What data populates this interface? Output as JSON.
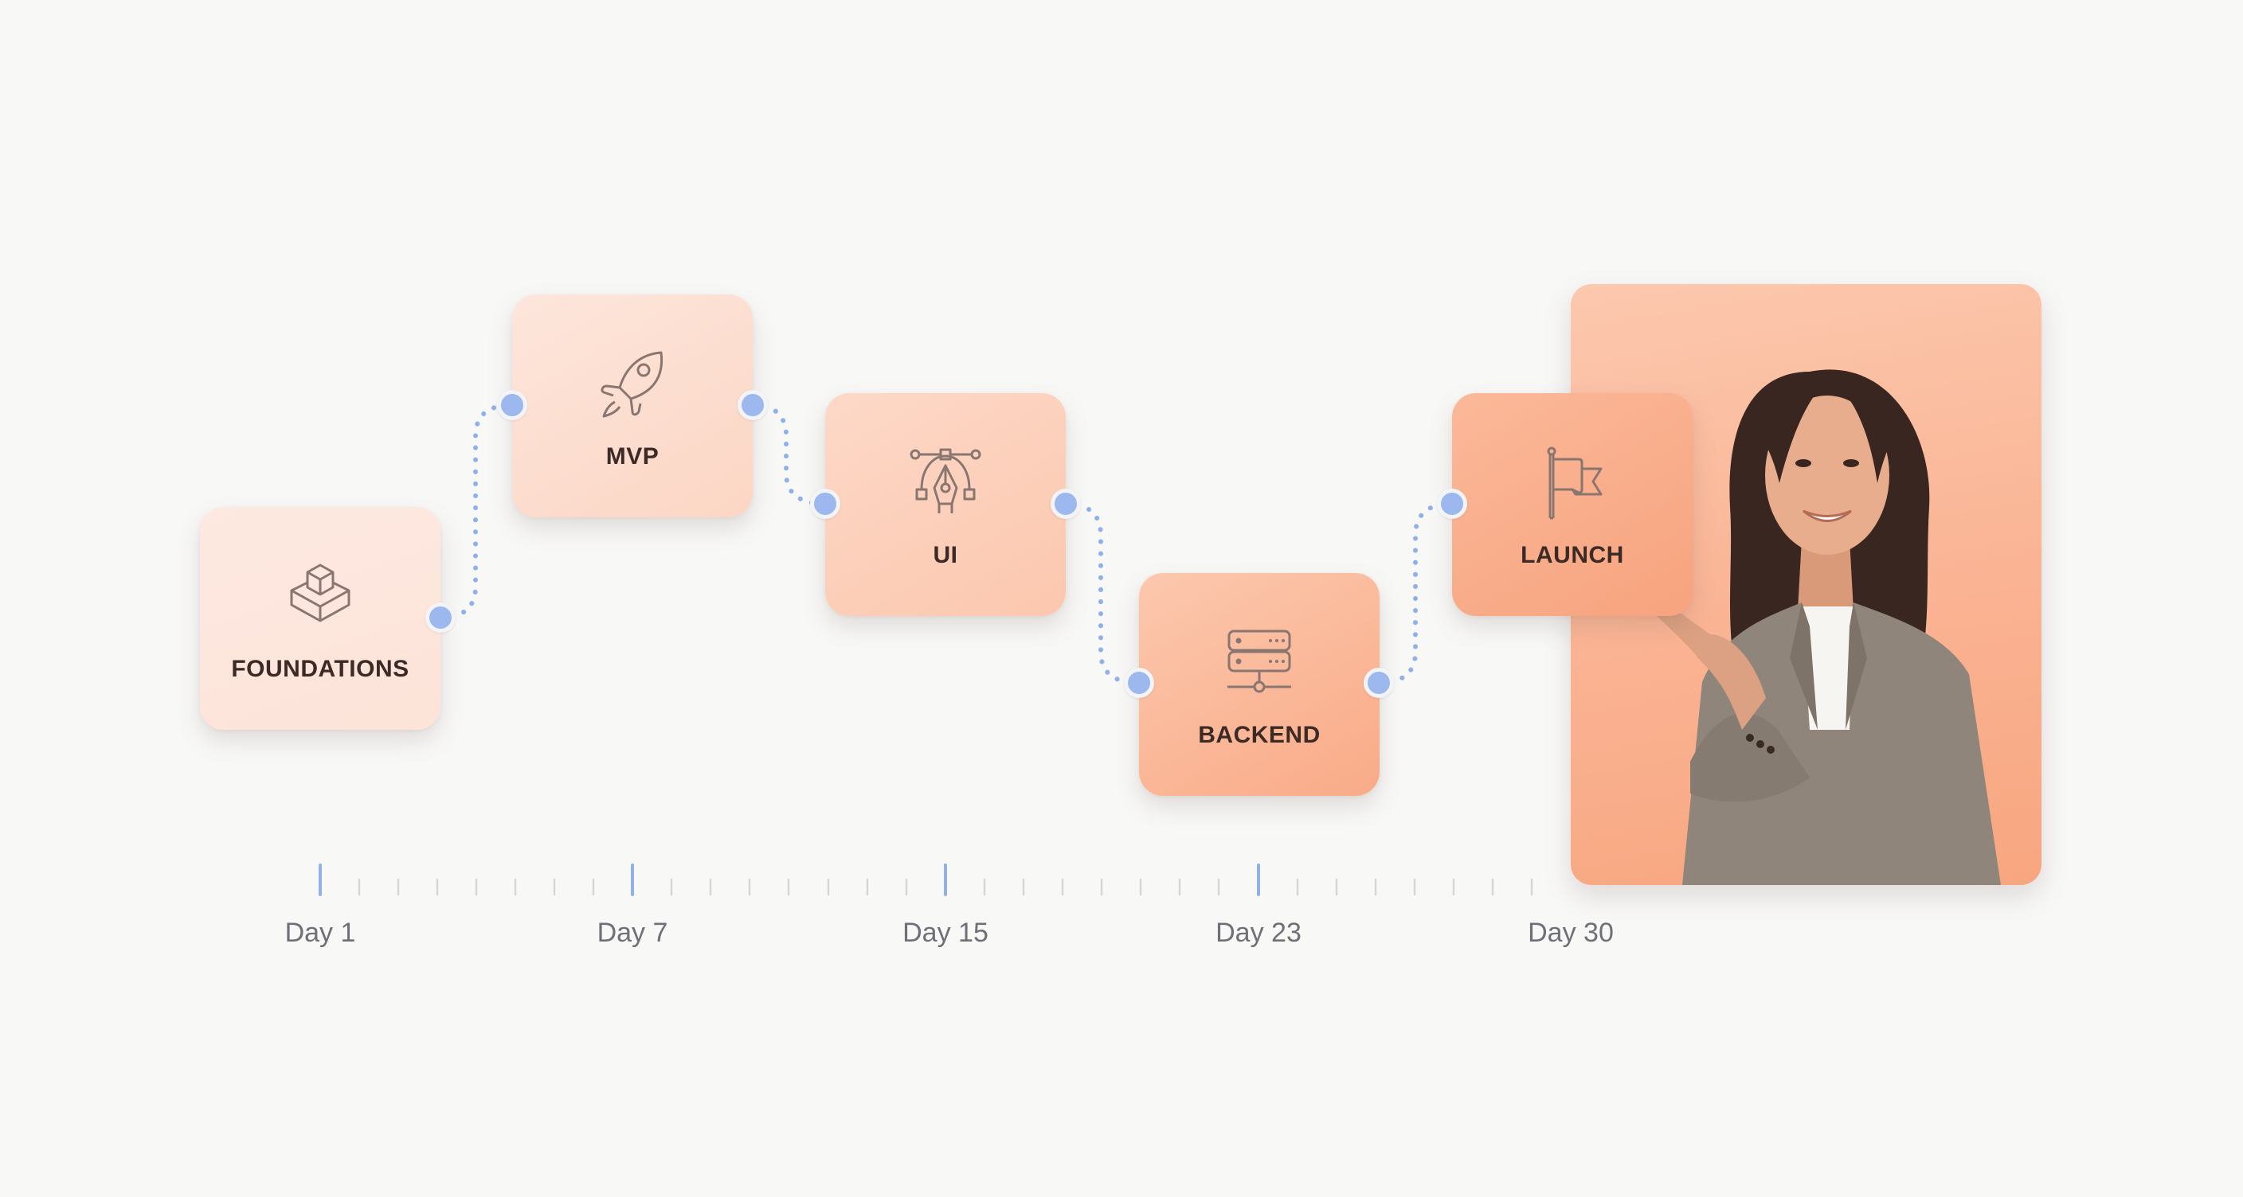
{
  "diagram": {
    "type": "roadmap-timeline",
    "stages": [
      {
        "id": "foundations",
        "label": "FOUNDATIONS",
        "icon": "stacked-boxes-icon",
        "day": "Day 1"
      },
      {
        "id": "mvp",
        "label": "MVP",
        "icon": "rocket-icon",
        "day": "Day 7"
      },
      {
        "id": "ui",
        "label": "UI",
        "icon": "pen-tool-bezier-icon",
        "day": "Day 15"
      },
      {
        "id": "backend",
        "label": "BACKEND",
        "icon": "server-network-icon",
        "day": "Day 23"
      },
      {
        "id": "launch",
        "label": "LAUNCH",
        "icon": "flag-icon",
        "day": "Day 30"
      }
    ],
    "connections": [
      [
        "foundations",
        "mvp"
      ],
      [
        "mvp",
        "ui"
      ],
      [
        "ui",
        "backend"
      ],
      [
        "backend",
        "launch"
      ]
    ]
  },
  "timeline": {
    "labels": [
      "Day 1",
      "Day 7",
      "Day 15",
      "Day 23",
      "Day 30"
    ],
    "major_tick_color": "#8fb0ea",
    "minor_tick_color": "#d6d6d8"
  },
  "photo": {
    "description": "smiling woman in grey blazer pointing at LAUNCH card"
  },
  "colors": {
    "background": "#f8f8f7",
    "connector": "#8fb0ea",
    "node": "#9cb8ee",
    "label_text": "#3b2a25",
    "day_text": "#6f6f78",
    "accent_peach": "#f7a37e"
  }
}
